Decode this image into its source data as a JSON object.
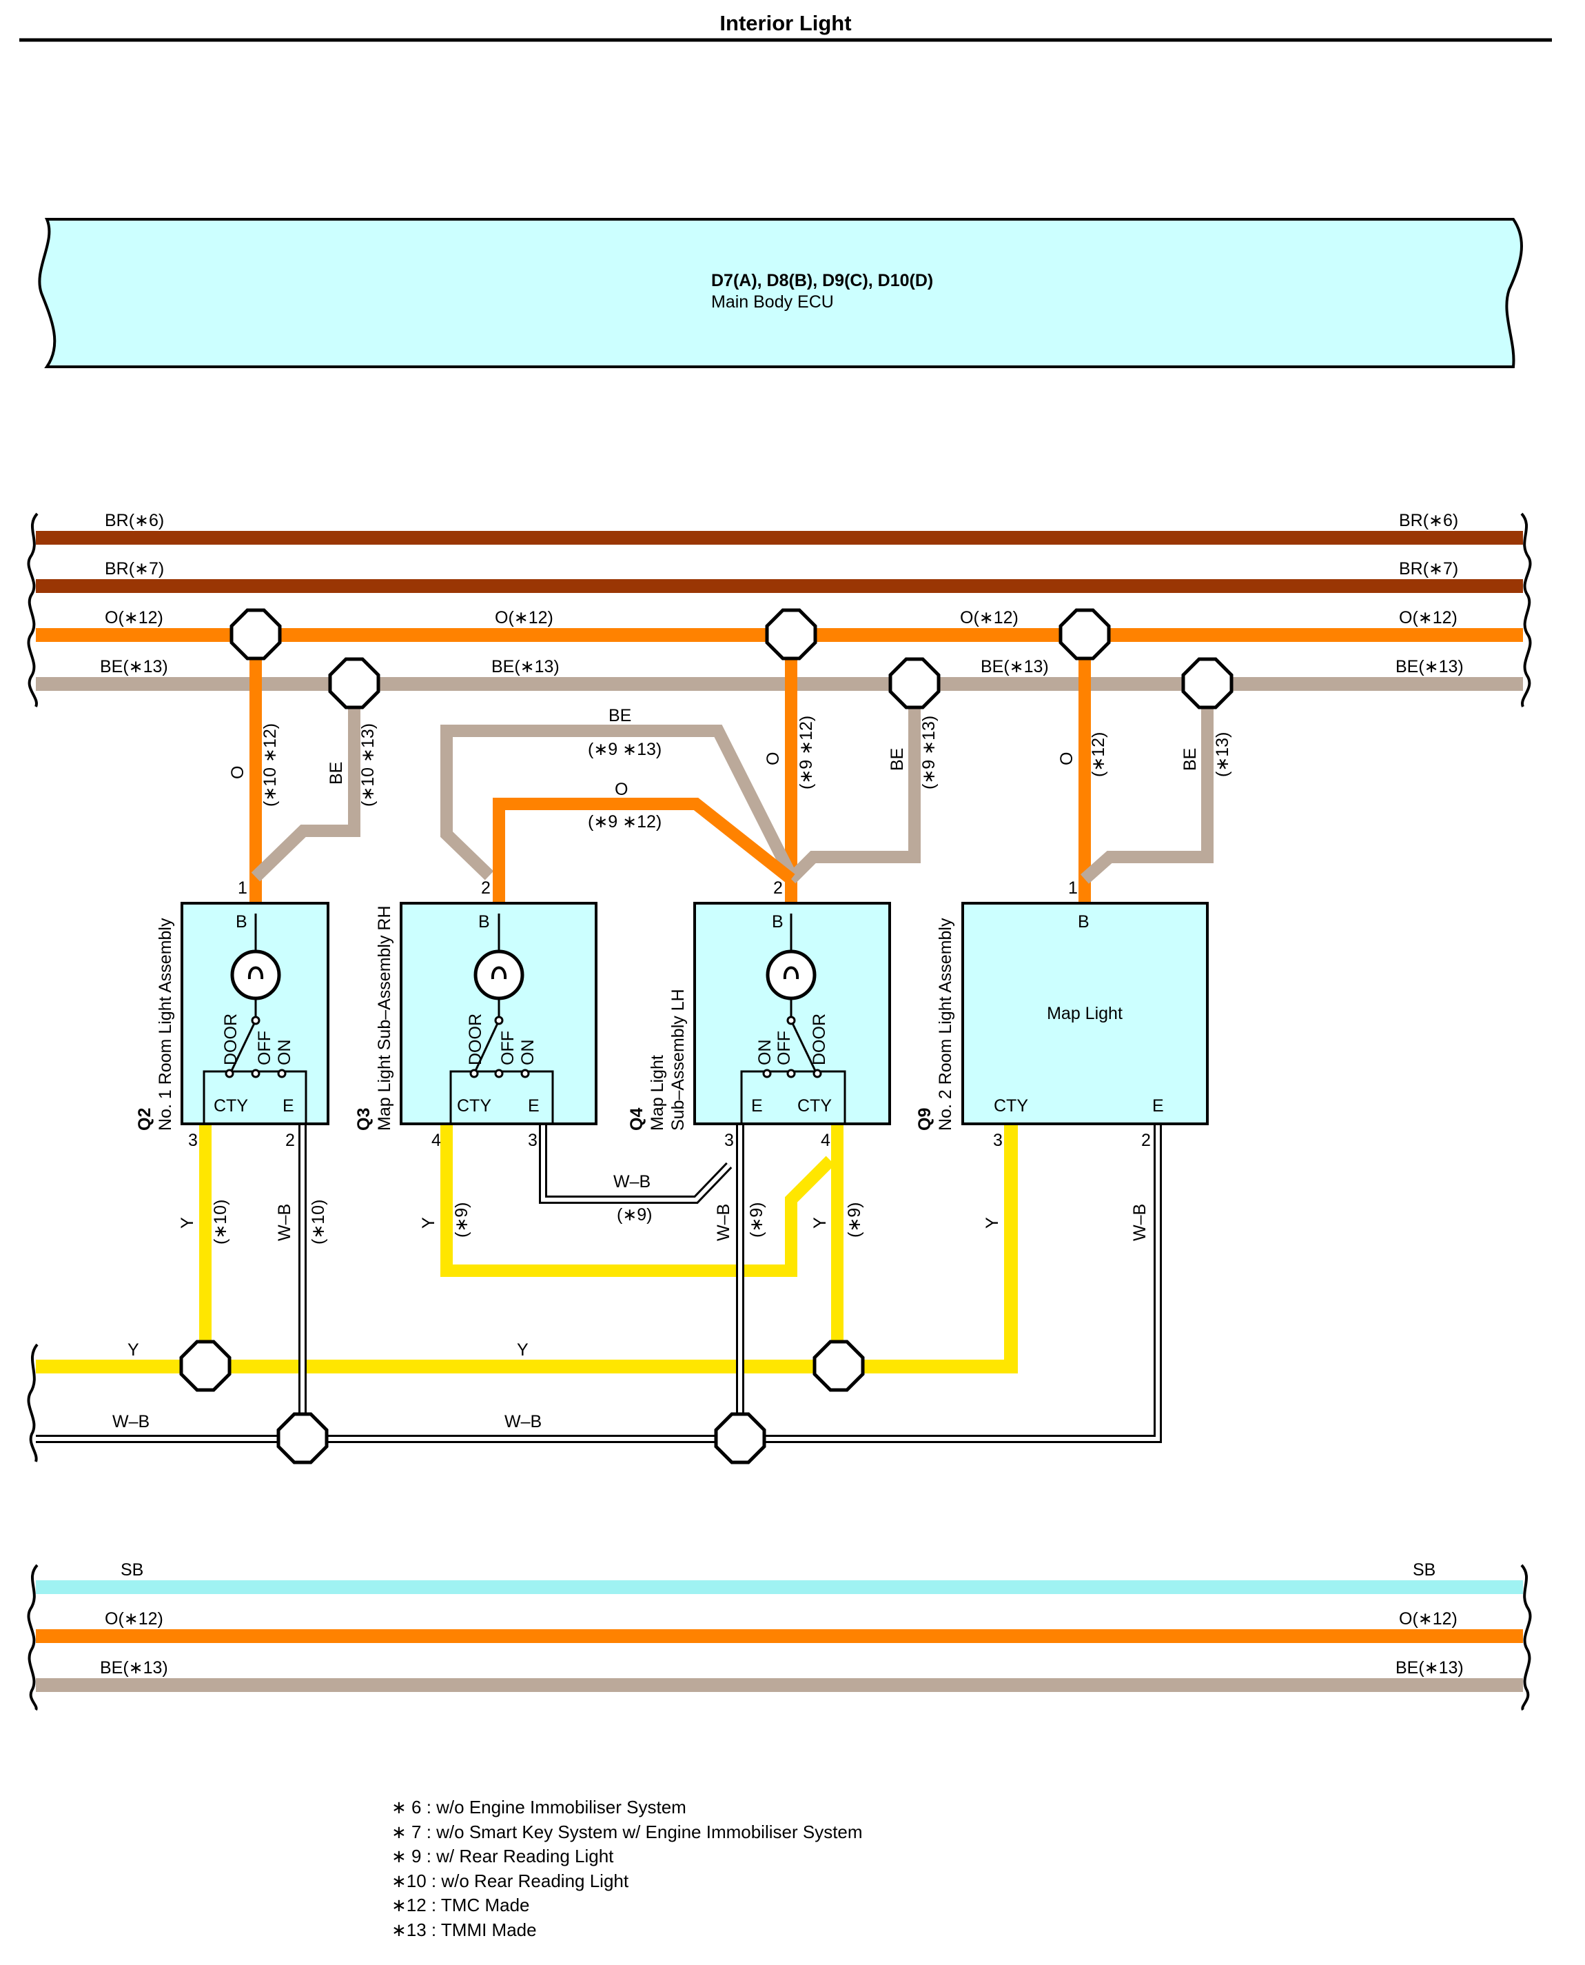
{
  "title": "Interior Light",
  "ecu": {
    "connectors": "D7(A), D8(B), D9(C), D10(D)",
    "name": "Main Body ECU"
  },
  "colors": {
    "BR": "#9a3604",
    "O": "#ff8200",
    "BE": "#bba99a",
    "Y": "#ffe600",
    "SB": "#9ff2f2",
    "ecu_fill": "#ccffff",
    "box_fill": "#ccffff"
  },
  "buses": {
    "br6": {
      "left": "BR(∗6)",
      "right": "BR(∗6)"
    },
    "br7": {
      "left": "BR(∗7)",
      "right": "BR(∗7)"
    },
    "o12": {
      "labels": [
        "O(∗12)",
        "O(∗12)",
        "O(∗12)",
        "O(∗12)"
      ]
    },
    "be13": {
      "labels": [
        "BE(∗13)",
        "BE(∗13)",
        "BE(∗13)",
        "BE(∗13)"
      ]
    },
    "y": {
      "labels": [
        "Y",
        "Y"
      ]
    },
    "wb": {
      "labels": [
        "W–B",
        "W–B"
      ]
    },
    "sb": {
      "left": "SB",
      "right": "SB"
    },
    "o12b": {
      "left": "O(∗12)",
      "right": "O(∗12)"
    },
    "be13b": {
      "left": "BE(∗13)",
      "right": "BE(∗13)"
    }
  },
  "wires": {
    "q2_o": "O",
    "q2_o_note": "(∗10 ∗12)",
    "q2_be": "BE",
    "q2_be_note": "(∗10 ∗13)",
    "q3_be": "BE",
    "q3_be_note": "(∗9 ∗13)",
    "q3_o": "O",
    "q3_o_note": "(∗9 ∗12)",
    "q4_o": "O",
    "q4_o_note": "(∗9 ∗12)",
    "q4_be": "BE",
    "q4_be_note": "(∗9 ∗13)",
    "q9_o": "O",
    "q9_o_note": "(∗12)",
    "q9_be": "BE",
    "q9_be_note": "(∗13)",
    "q2_y": "Y",
    "q2_y_note": "(∗10)",
    "q2_wb": "W–B",
    "q2_wb_note": "(∗10)",
    "q3_y": "Y",
    "q3_y_note": "(∗9)",
    "q3_wb": "W–B",
    "q3_wb_note": "(∗9)",
    "q4_wb": "W–B",
    "q4_wb_note": "(∗9)",
    "q4_y": "Y",
    "q4_y_note": "(∗9)",
    "q9_y": "Y",
    "q9_wb": "W–B"
  },
  "components": {
    "q2": {
      "code": "Q2",
      "name": "No. 1 Room Light Assembly",
      "pin_b": "1",
      "b": "B",
      "door": "DOOR",
      "off": "OFF",
      "on": "ON",
      "cty": "CTY",
      "e": "E",
      "pin_cty": "3",
      "pin_e": "2"
    },
    "q3": {
      "code": "Q3",
      "name": "Map Light Sub–Assembly RH",
      "pin_b": "2",
      "b": "B",
      "door": "DOOR",
      "off": "OFF",
      "on": "ON",
      "cty": "CTY",
      "e": "E",
      "pin_cty": "4",
      "pin_e": "3"
    },
    "q4": {
      "code": "Q4",
      "name1": "Map Light",
      "name2": "Sub–Assembly LH",
      "pin_b": "2",
      "b": "B",
      "door": "DOOR",
      "off": "OFF",
      "on": "ON",
      "cty": "CTY",
      "e": "E",
      "pin_e": "3",
      "pin_cty": "4"
    },
    "q9": {
      "code": "Q9",
      "name": "No. 2 Room Light Assembly",
      "pin_b": "1",
      "b": "B",
      "center": "Map Light",
      "cty": "CTY",
      "e": "E",
      "pin_cty": "3",
      "pin_e": "2"
    }
  },
  "footnotes": [
    "∗ 6 : w/o Engine Immobiliser System",
    "∗ 7 : w/o Smart Key System w/ Engine Immobiliser System",
    "∗ 9 : w/ Rear Reading Light",
    "∗10 : w/o Rear Reading Light",
    "∗12 : TMC Made",
    "∗13 : TMMI Made"
  ]
}
